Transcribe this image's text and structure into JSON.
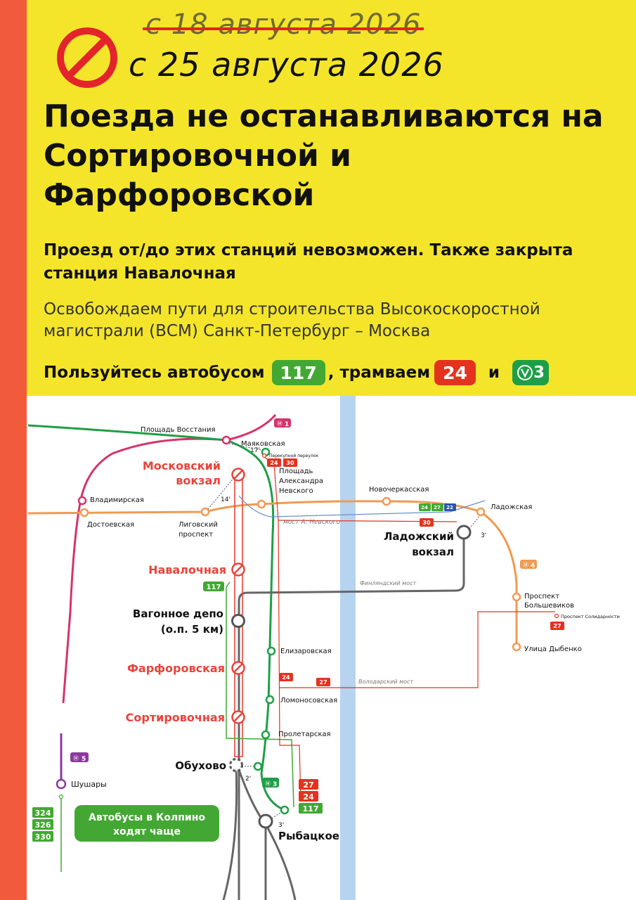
{
  "header": {
    "old_date": "с 18 августа 2026",
    "new_date": "с 25 августа 2026",
    "headline": "Поезда не останавливаются на Сортировочной и Фарфоровской",
    "subhead": "Проезд от/до этих станций невозможен. Также закрыта станция Навалочная",
    "reason": "Освобождаем пути для строительства Высокоскоростной магистрали (ВСМ) Санкт-Петербург – Москва",
    "transport_prefix": "Пользуйтесь автобусом",
    "bus_number": "117",
    "transport_mid": ", трамваем",
    "tram_number": "24",
    "transport_and": "и",
    "metro_number": "3"
  },
  "colors": {
    "header_bg": "#f4e52b",
    "left_strip": "#f25a3c",
    "bus_green": "#43a833",
    "tram_red": "#e3331f",
    "metro_line1": "#d6336b",
    "metro_line3": "#1e9f47",
    "metro_line4": "#f09a53",
    "metro_line5": "#8b3a9c",
    "river": "#b6d3f0",
    "closed_station": "#e8443a"
  },
  "map": {
    "railway_stations": {
      "moskovsky": [
        "Московский",
        "вокзал"
      ],
      "navalochnaya": "Навалочная",
      "vagonnoe": [
        "Вагонное депо",
        "(о.п. 5 км)"
      ],
      "farforovskaya": "Фарфоровская",
      "sortirovochnaya": "Сортировочная",
      "obukhovo": "Обухово",
      "rybatskoe": "Рыбацкое",
      "ladozhsky": [
        "Ладожский",
        "вокзал"
      ]
    },
    "metro_stations": {
      "ploshchad_vosstaniya": "Площадь Восстания",
      "mayakovskaya": "Маяковская",
      "vladimirskaya": "Владимирская",
      "dostoevskaya": "Достоевская",
      "ligovsky": [
        "Лиговский",
        "проспект"
      ],
      "ploshchad_nevskogo": [
        "Площадь",
        "Александра",
        "Невского"
      ],
      "novocherkasskaya": "Новочеркасская",
      "ladozhskaya": "Ладожская",
      "prospekt_bolshevikov": [
        "Проспект",
        "Большевиков"
      ],
      "ulitsa_dybenko": "Улица Дыбенко",
      "elizarovskaya": "Елизаровская",
      "lomonosovskaya": "Ломоносовская",
      "proletarskaya": "Пролетарская",
      "shushary": "Шушары"
    },
    "stops": {
      "perekupnoy": "Перекупной переулок",
      "prospekt_solidarnosti": "Проспект Солидарности"
    },
    "bridges": {
      "nevskogo": "мост А. Невского",
      "finlyandsky": "Финляндский мост",
      "volodarsky": "Володарский мост"
    },
    "metro_line_labels": {
      "line1": "1",
      "line4": "4",
      "line3": "3",
      "line5": "5"
    },
    "route_badges": {
      "r24": "24",
      "r30": "30",
      "r27": "27",
      "r22": "22",
      "r117": "117",
      "r324": "324",
      "r326": "326",
      "r330": "330"
    },
    "walk_times": {
      "t17": "17'",
      "t14": "14'",
      "t3": "3'",
      "t2": "2'"
    },
    "kolpino_note": [
      "Автобусы в Колпино",
      "ходят чаще"
    ]
  }
}
